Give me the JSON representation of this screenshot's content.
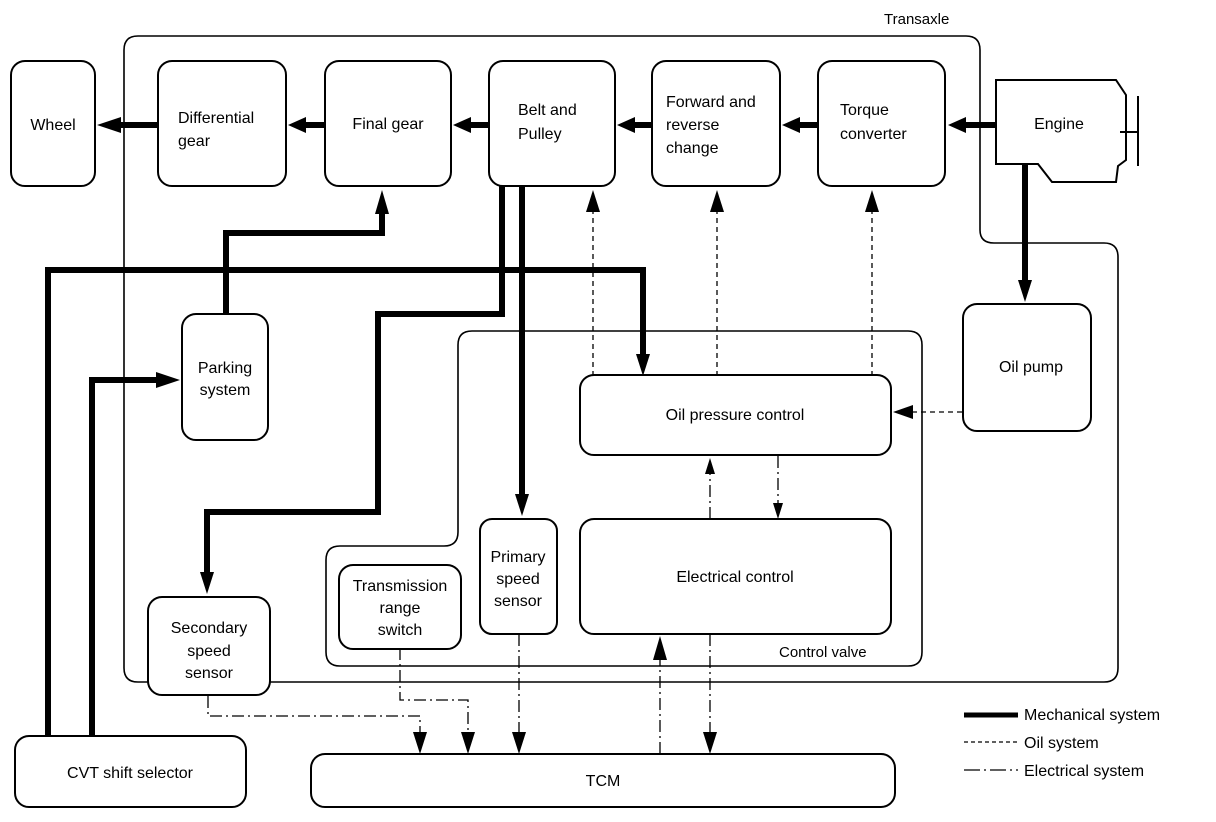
{
  "diagram": {
    "region_labels": {
      "transaxle": "Transaxle",
      "control_valve": "Control valve"
    },
    "blocks": {
      "wheel": [
        "Wheel"
      ],
      "differential_gear": [
        "Differential",
        "gear"
      ],
      "final_gear": [
        "Final gear"
      ],
      "belt_pulley": [
        "Belt and",
        "Pulley"
      ],
      "forward_reverse": [
        "Forward and",
        "reverse",
        "change"
      ],
      "torque_converter": [
        "Torque",
        "converter"
      ],
      "engine": [
        "Engine"
      ],
      "oil_pump": [
        "Oil pump"
      ],
      "parking_system": [
        "Parking",
        "system"
      ],
      "oil_pressure_control": [
        "Oil pressure control"
      ],
      "electrical_control": [
        "Electrical control"
      ],
      "primary_speed_sensor": [
        "Primary",
        "speed",
        "sensor"
      ],
      "transmission_range_switch": [
        "Transmission",
        "range",
        "switch"
      ],
      "secondary_speed_sensor": [
        "Secondary",
        "speed",
        "sensor"
      ],
      "cvt_shift_selector": [
        "CVT shift selector"
      ],
      "tcm": [
        "TCM"
      ]
    },
    "legend": [
      {
        "style": "mechanical",
        "label": "Mechanical system"
      },
      {
        "style": "oil",
        "label": "Oil system"
      },
      {
        "style": "electrical",
        "label": "Electrical system"
      }
    ],
    "connections": [
      {
        "from": "engine",
        "to": "torque_converter",
        "type": "mechanical"
      },
      {
        "from": "torque_converter",
        "to": "forward_reverse",
        "type": "mechanical"
      },
      {
        "from": "forward_reverse",
        "to": "belt_pulley",
        "type": "mechanical"
      },
      {
        "from": "belt_pulley",
        "to": "final_gear",
        "type": "mechanical"
      },
      {
        "from": "final_gear",
        "to": "differential_gear",
        "type": "mechanical"
      },
      {
        "from": "differential_gear",
        "to": "wheel",
        "type": "mechanical"
      },
      {
        "from": "engine",
        "to": "oil_pump",
        "type": "mechanical"
      },
      {
        "from": "parking_system",
        "to": "final_gear",
        "type": "mechanical"
      },
      {
        "from": "cvt_shift_selector",
        "to": "oil_pressure_control",
        "type": "mechanical"
      },
      {
        "from": "cvt_shift_selector",
        "to": "parking_system",
        "type": "mechanical"
      },
      {
        "from": "belt_pulley",
        "to": "secondary_speed_sensor",
        "type": "mechanical"
      },
      {
        "from": "belt_pulley",
        "to": "primary_speed_sensor",
        "type": "mechanical"
      },
      {
        "from": "oil_pump",
        "to": "oil_pressure_control",
        "type": "oil"
      },
      {
        "from": "oil_pressure_control",
        "to": "belt_pulley",
        "type": "oil"
      },
      {
        "from": "oil_pressure_control",
        "to": "forward_reverse",
        "type": "oil"
      },
      {
        "from": "oil_pressure_control",
        "to": "torque_converter",
        "type": "oil"
      },
      {
        "from": "electrical_control",
        "to": "oil_pressure_control",
        "type": "electrical"
      },
      {
        "from": "oil_pressure_control",
        "to": "electrical_control",
        "type": "electrical"
      },
      {
        "from": "secondary_speed_sensor",
        "to": "tcm",
        "type": "electrical"
      },
      {
        "from": "transmission_range_switch",
        "to": "tcm",
        "type": "electrical"
      },
      {
        "from": "primary_speed_sensor",
        "to": "tcm",
        "type": "electrical"
      },
      {
        "from": "tcm",
        "to": "electrical_control",
        "type": "electrical"
      },
      {
        "from": "electrical_control",
        "to": "tcm",
        "type": "electrical"
      }
    ]
  }
}
